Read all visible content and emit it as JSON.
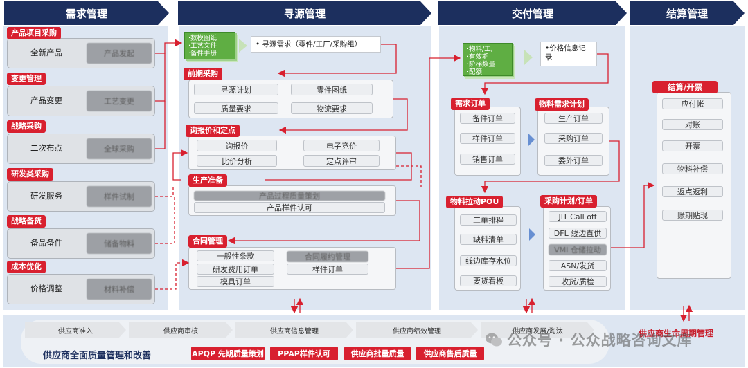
{
  "columns": {
    "demand": "需求管理",
    "sourcing": "寻源管理",
    "delivery": "交付管理",
    "settlement": "结算管理"
  },
  "demand_groups": [
    {
      "title": "产品项目采购",
      "item": "全新产品",
      "blurred": "产品发起"
    },
    {
      "title": "变更管理",
      "item": "产品变更",
      "blurred": "工艺变更"
    },
    {
      "title": "战略采购",
      "item": "二次布点",
      "blurred": "全球采购"
    },
    {
      "title": "研发类采购",
      "item": "研发服务",
      "blurred": "样件试制"
    },
    {
      "title": "战略备货",
      "item": "备品备件",
      "blurred": "储备物料"
    },
    {
      "title": "成本优化",
      "item": "价格调整",
      "blurred": "材料补偿"
    }
  ],
  "sourcing": {
    "docs": [
      "·数模图纸",
      "·工艺文件",
      "·备件手册"
    ],
    "note": "• 寻源需求（零件/工厂/采购组）",
    "early": {
      "title": "前期采购",
      "items": [
        "寻源计划",
        "零件图纸",
        "质量要求",
        "物流要求"
      ]
    },
    "inquiry": {
      "title": "询报价和定点",
      "items": [
        "询报价",
        "电子竞价",
        "比价分析",
        "定点评审"
      ]
    },
    "prep": {
      "title": "生产准备",
      "blurred": "产品过程质量策划",
      "item": "产品样件认可"
    },
    "contract": {
      "title": "合同管理",
      "items": [
        "一般性条款",
        "研发费用订单",
        "模具订单",
        "样件订单"
      ],
      "blurred": "合同履约管理"
    }
  },
  "delivery": {
    "docs": [
      "·物料/工厂",
      "·有效期",
      "·阶梯数量",
      "·配额"
    ],
    "note": "•价格信息记录",
    "demand_order": {
      "title": "需求订单",
      "items": [
        "备件订单",
        "样件订单",
        "销售订单"
      ]
    },
    "mrp": {
      "title": "物料需求计划",
      "items": [
        "生产订单",
        "采购订单",
        "委外订单"
      ]
    },
    "pou": {
      "title": "物料拉动POU",
      "items": [
        "工单排程",
        "缺料清单",
        "线边库存水位",
        "要货看板"
      ]
    },
    "plan": {
      "title": "采购计划/订单",
      "items": [
        "JIT Call off",
        "DFL 线边直供",
        "ASN/发货",
        "收货/质检"
      ],
      "blurred": "VMI 仓储拉动"
    }
  },
  "settlement": {
    "title": "结算/开票",
    "items": [
      "应付帐",
      "对账",
      "开票",
      "物料补偿",
      "返点返利",
      "账期贴现"
    ]
  },
  "supplier": {
    "stages": [
      "供应商准入",
      "供应商审核",
      "供应商信息管理",
      "供应商绩效管理",
      "供应商发展/淘汰"
    ],
    "title": "供应商全面质量管理和改善",
    "lifecycle": "供应商生命周期管理",
    "buttons": [
      "APQP 先期质量策划",
      "PPAP样件认可",
      "供应商批量质量",
      "供应商售后质量"
    ]
  },
  "watermark": "公众号 · 公众战略咨询文库"
}
